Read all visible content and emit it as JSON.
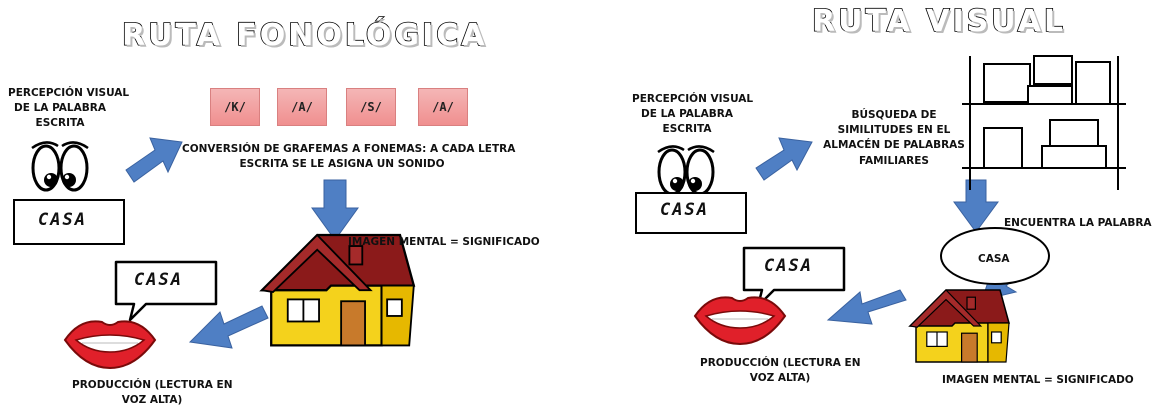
{
  "left": {
    "title": "RUTA FONOLÓGICA",
    "perception_label": [
      "PERCEPCIÓN VISUAL",
      "DE LA PALABRA",
      "ESCRITA"
    ],
    "word_card": "CASA",
    "phonemes": [
      "/K/",
      "/A/",
      "/S/",
      "/A/"
    ],
    "conversion_label": [
      "CONVERSIÓN DE GRAFEMAS A FONEMAS: A CADA LETRA",
      "ESCRITA SE LE ASIGNA UN SONIDO"
    ],
    "image_label": "IMAGEN MENTAL = SIGNIFICADO",
    "speech_bubble": "CASA",
    "production_label": [
      "PRODUCCIÓN (LECTURA EN",
      "VOZ ALTA)"
    ]
  },
  "right": {
    "title": "RUTA VISUAL",
    "perception_label": [
      "PERCEPCIÓN VISUAL",
      "DE LA PALABRA",
      "ESCRITA"
    ],
    "word_card": "CASA",
    "search_label": [
      "BÚSQUEDA DE",
      "SIMILITUDES EN EL",
      "ALMACÉN DE PALABRAS",
      "FAMILIARES"
    ],
    "found_label": "ENCUENTRA LA PALABRA",
    "found_word": "CASA",
    "speech_bubble": "CASA",
    "production_label": [
      "PRODUCCIÓN (LECTURA EN",
      "VOZ ALTA)"
    ],
    "image_label": "IMAGEN MENTAL = SIGNIFICADO"
  },
  "colors": {
    "arrow": "#4f7fc4",
    "phoneme_box": "#f29a9a",
    "roof": "#8b1a1a",
    "wall": "#f4d21c",
    "lips": "#e0202a"
  }
}
